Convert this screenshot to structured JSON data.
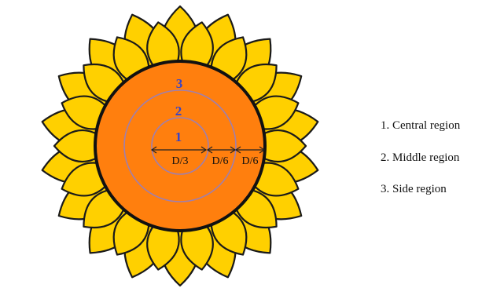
{
  "colors": {
    "petal": "#FFD000",
    "disk": "#FF7F0E",
    "outline": "#111111",
    "ring": "#9e7fb0",
    "region_number": "#3344cc"
  },
  "regions": [
    {
      "number": "1"
    },
    {
      "number": "2"
    },
    {
      "number": "3"
    }
  ],
  "dimensions": [
    "D/3",
    "D/6",
    "D/6"
  ],
  "legend": [
    {
      "label": "1. Central region"
    },
    {
      "label": "2. Middle region"
    },
    {
      "label": "3. Side region"
    }
  ]
}
